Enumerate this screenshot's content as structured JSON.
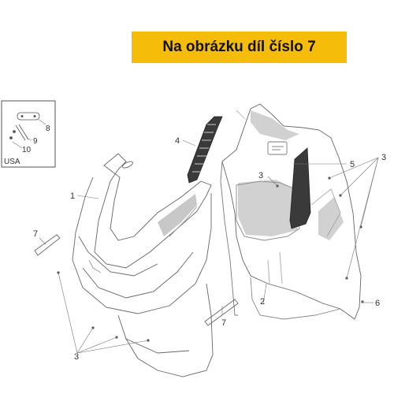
{
  "banner": {
    "text": "Na obrázku díl číslo 7",
    "background": "#f5bd0a"
  },
  "inset": {
    "region_label": "USA",
    "callouts": [
      "8",
      "9",
      "10"
    ]
  },
  "callouts": {
    "front_shield": "1",
    "leg_shield": "2",
    "screw_center": "3",
    "screw_right": "3",
    "screw_bottom": "3",
    "vent_grille": "4",
    "side_panel": "5",
    "screw_right_lower": "6",
    "trim_left": "7",
    "trim_center": "7"
  },
  "colors": {
    "line": "#555555",
    "shade": "#9a9a9a",
    "dark_part": "#3a3a3a"
  }
}
